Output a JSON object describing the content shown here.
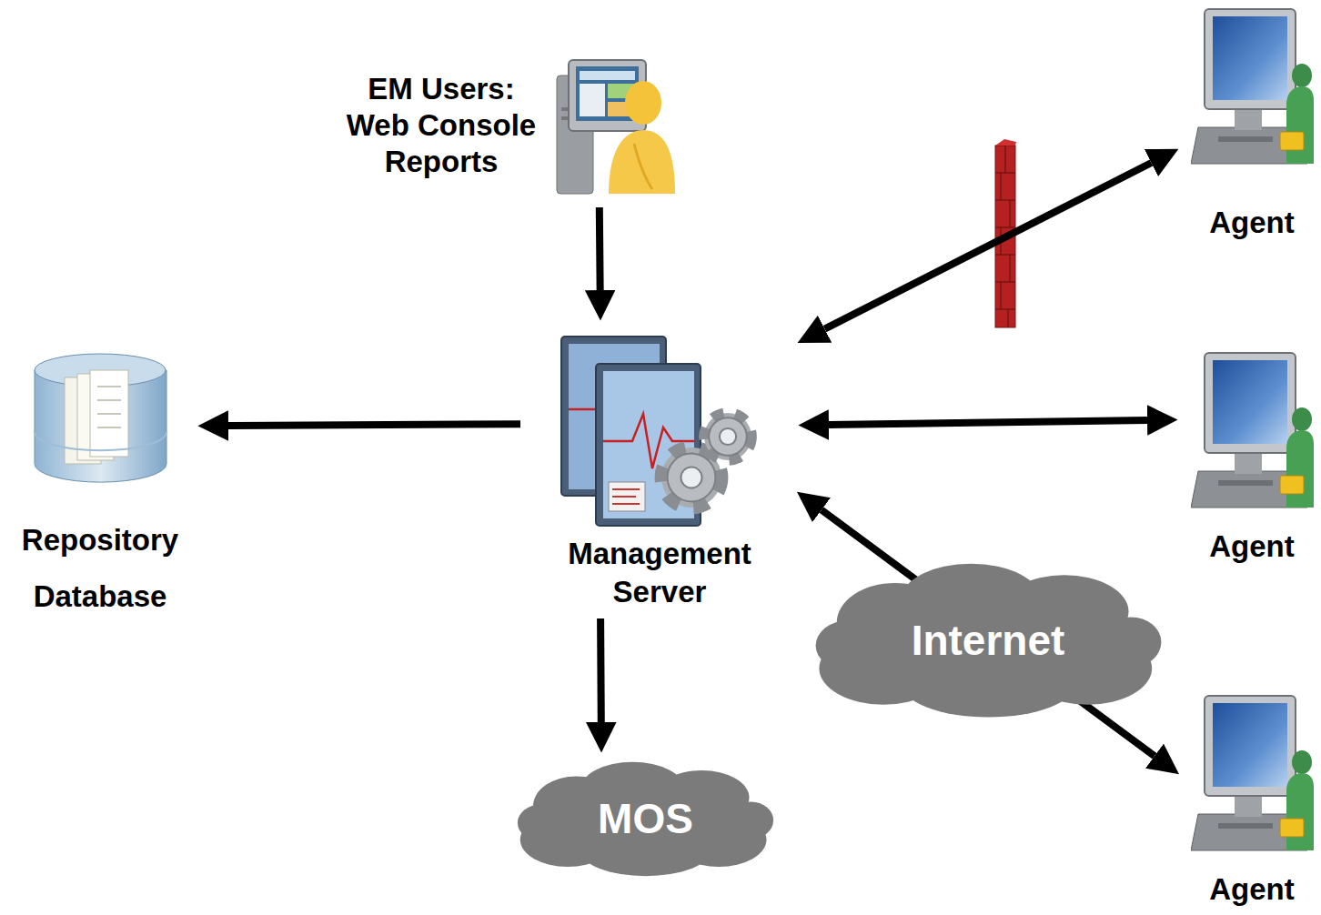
{
  "diagram": {
    "nodes": [
      {
        "text": [
          "EM Users: Web Console Reports"
        ]
      },
      {
        "text": [
          "Repository Database"
        ]
      },
      {
        "text": [
          "Management Server"
        ]
      },
      {
        "text": [
          "Agent"
        ]
      },
      {
        "text": [
          "Agent"
        ]
      },
      {
        "text": [
          "Agent"
        ]
      },
      {
        "text": [
          "MOS"
        ]
      }
    ],
    "edges": [
      {
        "from": 0,
        "to": 2,
        "arrow": "to"
      },
      {
        "from": 2,
        "to": 1,
        "arrow": "to"
      },
      {
        "from": 2,
        "to": 3,
        "arrow": "both"
      },
      {
        "from": 2,
        "to": 4,
        "arrow": "both"
      },
      {
        "from": 2,
        "to": 5,
        "label": "Internet",
        "arrow": "both"
      },
      {
        "from": 2,
        "to": 6,
        "arrow": "to"
      }
    ]
  }
}
